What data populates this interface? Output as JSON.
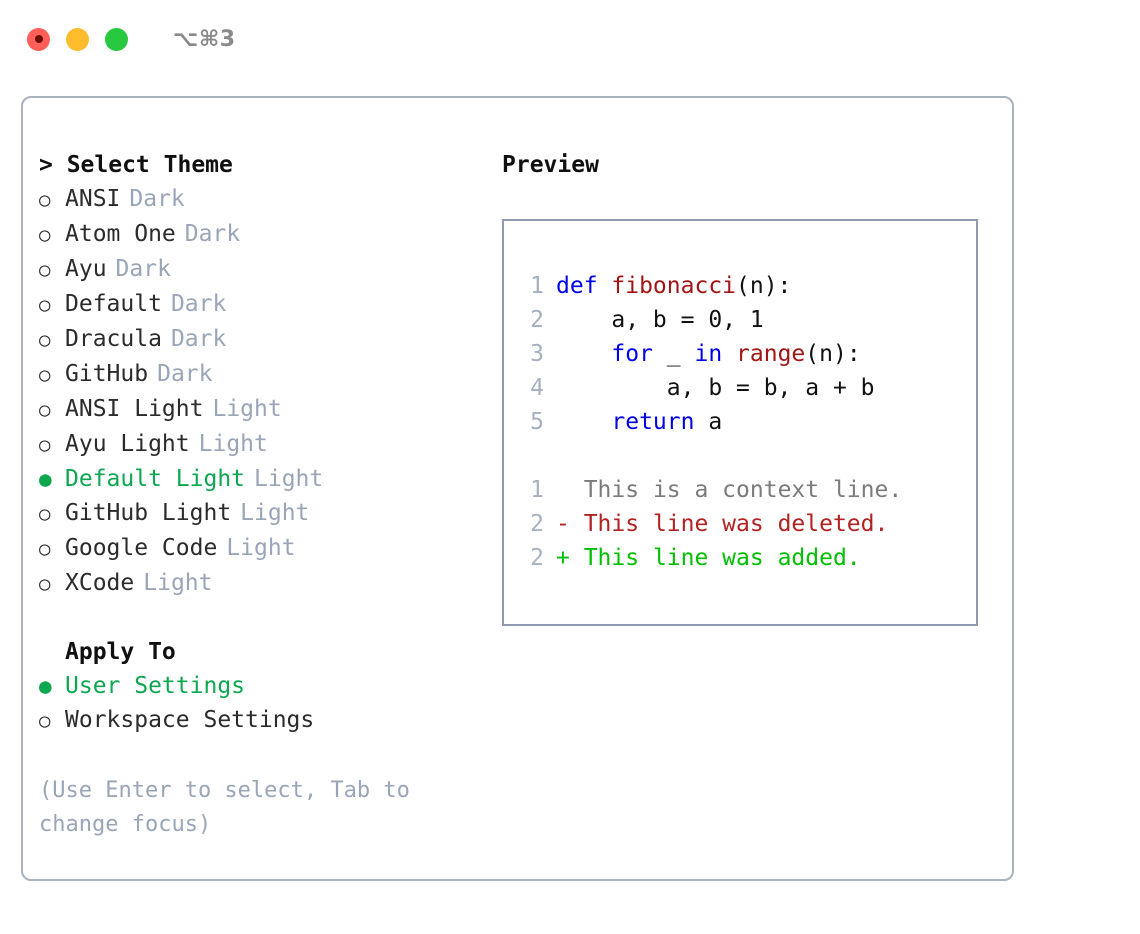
{
  "window": {
    "shortcut": "⌥⌘3",
    "traffic_lights": [
      {
        "name": "close-button",
        "color": "#ff5f57"
      },
      {
        "name": "minimize-button",
        "color": "#ffbd2e"
      },
      {
        "name": "maximize-button",
        "color": "#28c840"
      }
    ]
  },
  "theme_section": {
    "header": "> Select Theme",
    "selected_marker": "●",
    "unselected_marker": "○",
    "accent_color": "#0da750",
    "items": [
      {
        "label": "ANSI",
        "tag": "Dark",
        "selected": false
      },
      {
        "label": "Atom One",
        "tag": "Dark",
        "selected": false
      },
      {
        "label": "Ayu",
        "tag": "Dark",
        "selected": false
      },
      {
        "label": "Default",
        "tag": "Dark",
        "selected": false
      },
      {
        "label": "Dracula",
        "tag": "Dark",
        "selected": false
      },
      {
        "label": "GitHub",
        "tag": "Dark",
        "selected": false
      },
      {
        "label": "ANSI Light",
        "tag": "Light",
        "selected": false
      },
      {
        "label": "Ayu Light",
        "tag": "Light",
        "selected": false
      },
      {
        "label": "Default Light",
        "tag": "Light",
        "selected": true
      },
      {
        "label": "GitHub Light",
        "tag": "Light",
        "selected": false
      },
      {
        "label": "Google Code",
        "tag": "Light",
        "selected": false
      },
      {
        "label": "XCode",
        "tag": "Light",
        "selected": false
      }
    ]
  },
  "apply_section": {
    "header": "Apply To",
    "items": [
      {
        "label": "User Settings",
        "selected": true
      },
      {
        "label": "Workspace Settings",
        "selected": false
      }
    ]
  },
  "hint": "(Use Enter to select, Tab to change focus)",
  "preview": {
    "title": "Preview",
    "code_lines": [
      {
        "no": "1",
        "tokens": [
          {
            "t": "def ",
            "k": "kw"
          },
          {
            "t": "fibonacci",
            "k": "fn"
          },
          {
            "t": "(n):",
            "k": "plain"
          }
        ]
      },
      {
        "no": "2",
        "tokens": [
          {
            "t": "    a, b = 0, 1",
            "k": "plain"
          }
        ]
      },
      {
        "no": "3",
        "tokens": [
          {
            "t": "    ",
            "k": "plain"
          },
          {
            "t": "for",
            "k": "kw"
          },
          {
            "t": " _ ",
            "k": "plain"
          },
          {
            "t": "in",
            "k": "kw"
          },
          {
            "t": " ",
            "k": "plain"
          },
          {
            "t": "range",
            "k": "fn"
          },
          {
            "t": "(n):",
            "k": "plain"
          }
        ]
      },
      {
        "no": "4",
        "tokens": [
          {
            "t": "        a, b = b, a + b",
            "k": "plain"
          }
        ]
      },
      {
        "no": "5",
        "tokens": [
          {
            "t": "    ",
            "k": "plain"
          },
          {
            "t": "return",
            "k": "kw"
          },
          {
            "t": " a",
            "k": "plain"
          }
        ]
      }
    ],
    "diff_lines": [
      {
        "no": "1",
        "marker": " ",
        "text": " This is a context line.",
        "kind": "ctx"
      },
      {
        "no": "2",
        "marker": "-",
        "text": " This line was deleted.",
        "kind": "del"
      },
      {
        "no": "2",
        "marker": "+",
        "text": " This line was added.",
        "kind": "add"
      }
    ]
  }
}
